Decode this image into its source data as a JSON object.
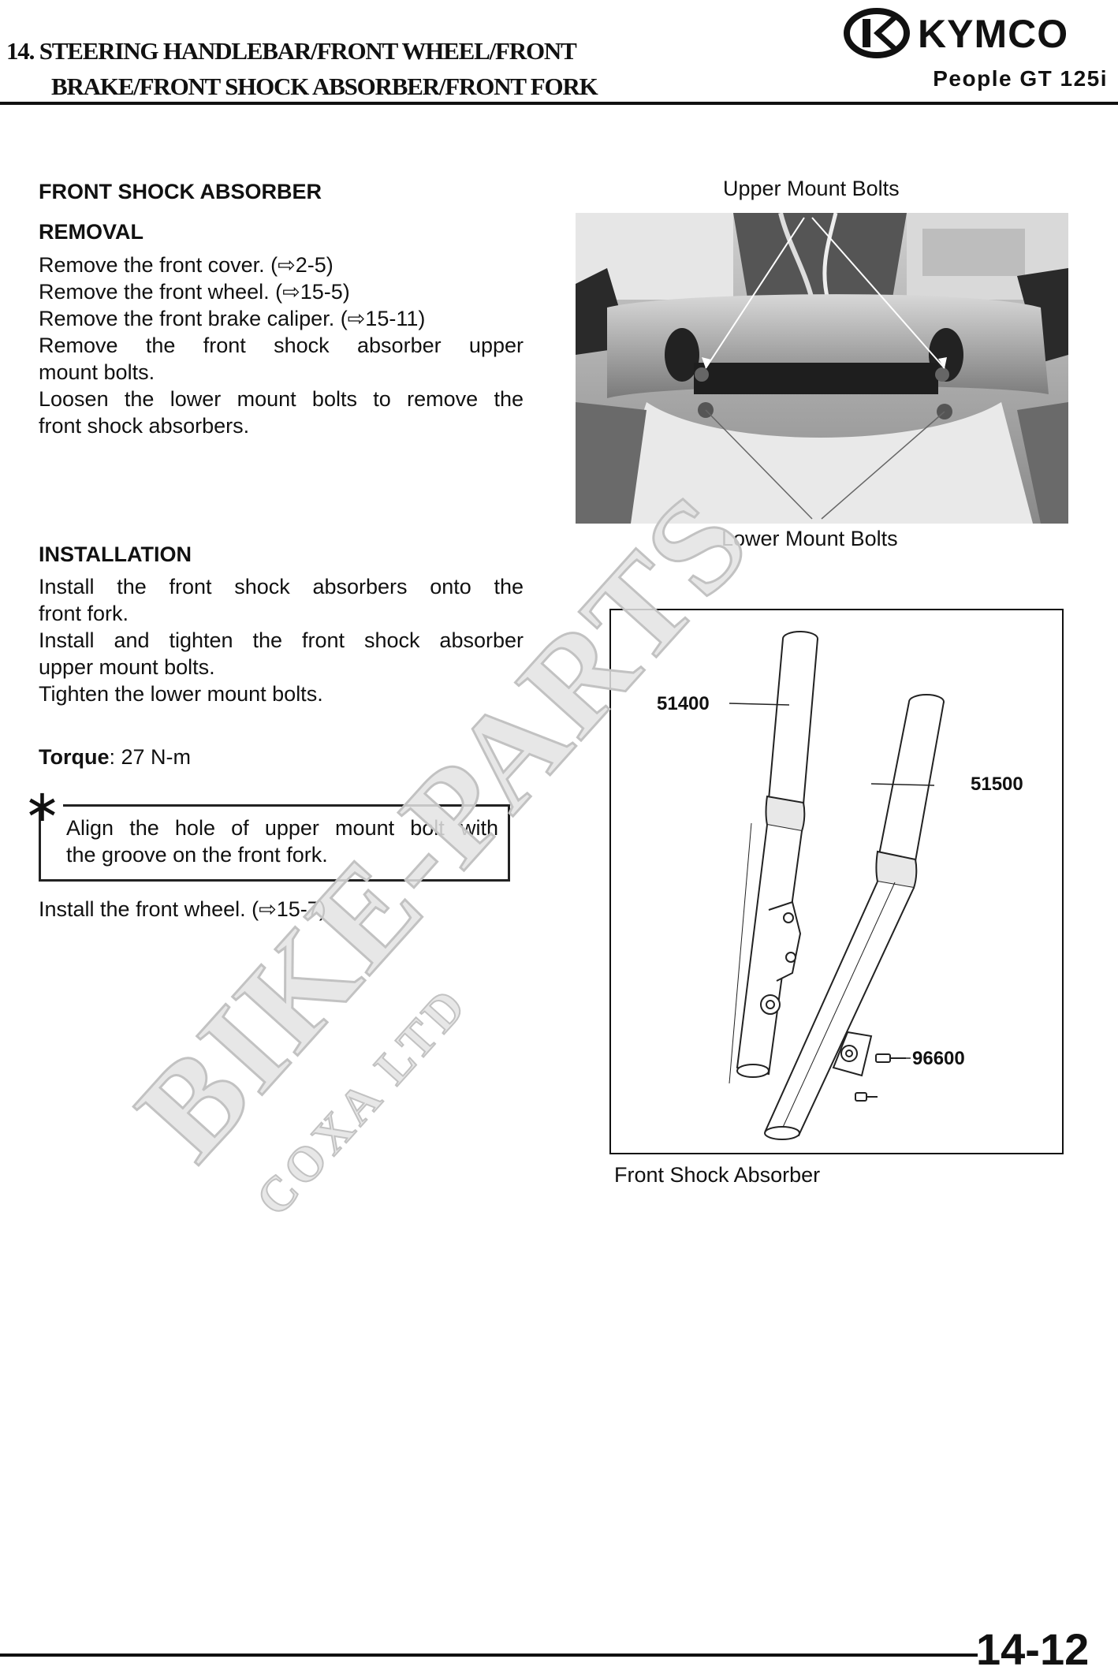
{
  "header": {
    "title_line1": "14. STEERING HANDLEBAR/FRONT WHEEL/FRONT",
    "title_line2": "BRAKE/FRONT SHOCK ABSORBER/FRONT FORK",
    "brand": "KYMCO",
    "model": "People GT 125i"
  },
  "section": {
    "title": "FRONT SHOCK ABSORBER",
    "removal": {
      "heading": "REMOVAL",
      "step1": "Remove the front cover. (⇨2-5)",
      "step2": "Remove the front wheel. (⇨15-5)",
      "step3": "Remove the front brake caliper. (⇨15-11)",
      "step4a": "Remove the front shock absorber upper",
      "step4b": "mount bolts.",
      "step5a": "Loosen the lower mount bolts to remove the",
      "step5b": "front shock absorbers."
    },
    "installation": {
      "heading": "INSTALLATION",
      "step1a": "Install the front shock absorbers onto the",
      "step1b": "front fork.",
      "step2a": "Install and tighten the front shock absorber",
      "step2b": "upper mount bolts.",
      "step3": "Tighten the lower mount bolts.",
      "torque_label": "Torque",
      "torque_value": ": 27 N-m",
      "note_symbol": "∗",
      "note_line1": "Align the hole of upper mount bolt with",
      "note_line2": "the groove on the front fork.",
      "final_step": "Install the front wheel. (⇨15-7)"
    }
  },
  "figures": {
    "photo_label_top": "Upper Mount Bolts",
    "photo_label_bottom": "Lower Mount Bolts",
    "diagram_caption": "Front Shock Absorber",
    "part_numbers": [
      "51400",
      "51500",
      "96600"
    ]
  },
  "watermark": {
    "main": "BIKE-PARTS",
    "sub": "COXA LTD"
  },
  "footer": {
    "page_number": "14-12"
  }
}
